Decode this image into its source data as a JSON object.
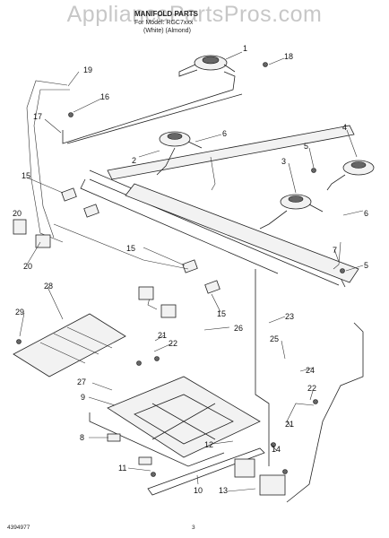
{
  "watermark": "AppliancePartsPros.com",
  "header": {
    "title": "MANIFOLD PARTS",
    "line2": "For Model: RGC7xxx",
    "line3": "(White)      (Almond)"
  },
  "callouts": [
    "1",
    "2",
    "3",
    "4",
    "5",
    "5",
    "6",
    "6",
    "7",
    "8",
    "9",
    "10",
    "11",
    "12",
    "13",
    "14",
    "15",
    "15",
    "15",
    "16",
    "17",
    "18",
    "19",
    "20",
    "20",
    "21",
    "21",
    "22",
    "22",
    "23",
    "24",
    "25",
    "26",
    "27",
    "28",
    "29"
  ],
  "footer": {
    "doc_number": "4394977",
    "page_number": "3"
  }
}
